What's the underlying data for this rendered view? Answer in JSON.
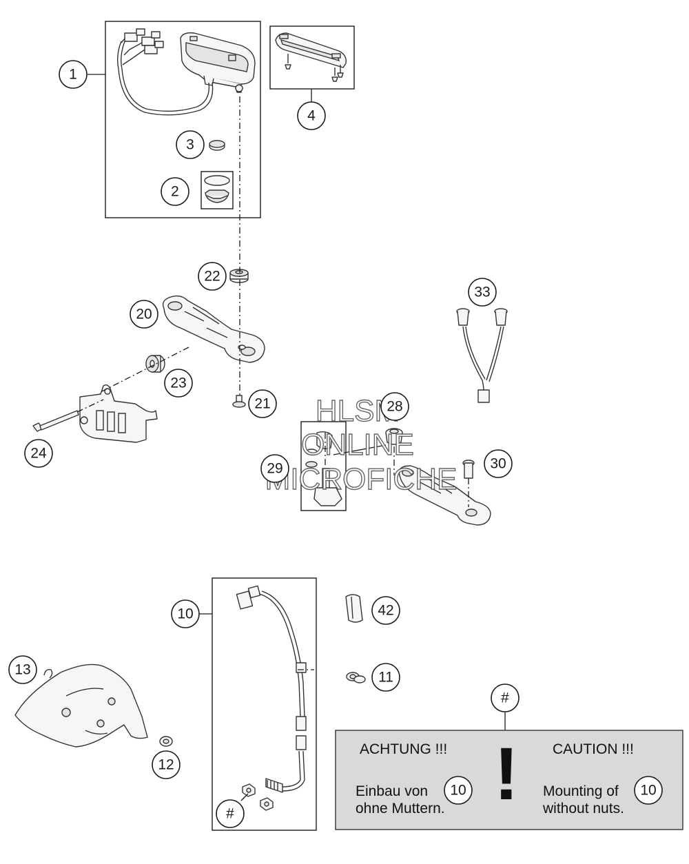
{
  "callouts": {
    "c1": "1",
    "c2": "2",
    "c3": "3",
    "c4": "4",
    "c10": "10",
    "c11": "11",
    "c12": "12",
    "c13": "13",
    "c20": "20",
    "c21": "21",
    "c22": "22",
    "c23": "23",
    "c24": "24",
    "c28": "28",
    "c29": "29",
    "c30": "30",
    "c33": "33",
    "c42": "42",
    "hash_main": "#",
    "hash_note": "#"
  },
  "watermark": {
    "line1": "HLSM",
    "line2": "ONLINE",
    "line3": "MICROFICHE"
  },
  "note": {
    "de_heading": "ACHTUNG !!!",
    "de_line1": "Einbau von",
    "de_ref": "10",
    "de_line2": "ohne Muttern.",
    "en_heading": "CAUTION !!!",
    "en_line1": "Mounting of",
    "en_ref": "10",
    "en_line2": "without nuts.",
    "mark": "!"
  }
}
